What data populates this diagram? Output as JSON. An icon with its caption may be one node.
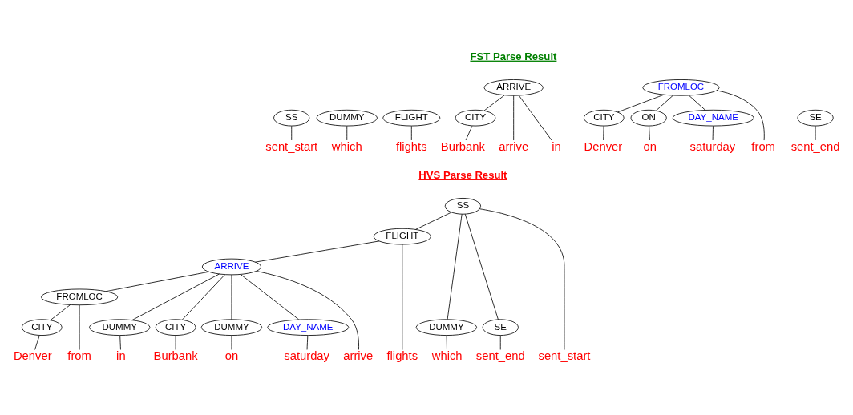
{
  "diagram": {
    "nodes": [
      {
        "text": [
          "SS"
        ]
      },
      {
        "text": [
          "DUMMY"
        ]
      },
      {
        "text": [
          "FLIGHT"
        ]
      },
      {
        "text": [
          "ARRIVE"
        ]
      },
      {
        "text": [
          "CITY"
        ]
      },
      {
        "text": [
          "FROMLOC"
        ]
      },
      {
        "text": [
          "CITY"
        ]
      },
      {
        "text": [
          "ON"
        ]
      },
      {
        "text": [
          "DAY_NAME"
        ]
      },
      {
        "text": [
          "SE"
        ]
      },
      {
        "text": [
          "sent_start"
        ]
      },
      {
        "text": [
          "which"
        ]
      },
      {
        "text": [
          "flights"
        ]
      },
      {
        "text": [
          "arrive"
        ]
      },
      {
        "text": [
          "in"
        ]
      },
      {
        "text": [
          "Burbank"
        ]
      },
      {
        "text": [
          "from"
        ]
      },
      {
        "text": [
          "Denver"
        ]
      },
      {
        "text": [
          "on"
        ]
      },
      {
        "text": [
          "saturday"
        ]
      },
      {
        "text": [
          "sent_end"
        ]
      },
      {
        "text": [
          "SS"
        ]
      },
      {
        "text": [
          "FLIGHT"
        ]
      },
      {
        "text": [
          "ARRIVE"
        ]
      },
      {
        "text": [
          "FROMLOC"
        ]
      },
      {
        "text": [
          "DUMMY"
        ]
      },
      {
        "text": [
          "DUMMY"
        ]
      },
      {
        "text": [
          "CITY"
        ]
      },
      {
        "text": [
          "CITY"
        ]
      },
      {
        "text": [
          "DUMMY"
        ]
      },
      {
        "text": [
          "DAY_NAME"
        ]
      },
      {
        "text": [
          "SE"
        ]
      },
      {
        "text": [
          "sent_start"
        ]
      },
      {
        "text": [
          "which"
        ]
      },
      {
        "text": [
          "flights"
        ]
      },
      {
        "text": [
          "arrive"
        ]
      },
      {
        "text": [
          "in"
        ]
      },
      {
        "text": [
          "Burbank"
        ]
      },
      {
        "text": [
          "from"
        ]
      },
      {
        "text": [
          "Denver"
        ]
      },
      {
        "text": [
          "on"
        ]
      },
      {
        "text": [
          "saturday"
        ]
      },
      {
        "text": [
          "sent_end"
        ]
      }
    ],
    "edges": [
      {
        "from": 0,
        "to": 10,
        "arrow": "none"
      },
      {
        "from": 1,
        "to": 11,
        "arrow": "none"
      },
      {
        "from": 2,
        "to": 12,
        "arrow": "none"
      },
      {
        "from": 3,
        "to": 13,
        "arrow": "none"
      },
      {
        "from": 3,
        "to": 14,
        "arrow": "none"
      },
      {
        "from": 3,
        "to": 4,
        "arrow": "none"
      },
      {
        "from": 4,
        "to": 15,
        "arrow": "none"
      },
      {
        "from": 5,
        "to": 16,
        "arrow": "none"
      },
      {
        "from": 5,
        "to": 6,
        "arrow": "none"
      },
      {
        "from": 5,
        "to": 7,
        "arrow": "none"
      },
      {
        "from": 5,
        "to": 8,
        "arrow": "none"
      },
      {
        "from": 6,
        "to": 17,
        "arrow": "none"
      },
      {
        "from": 7,
        "to": 18,
        "arrow": "none"
      },
      {
        "from": 8,
        "to": 19,
        "arrow": "none"
      },
      {
        "from": 9,
        "to": 20,
        "arrow": "none"
      },
      {
        "from": 21,
        "to": 32,
        "arrow": "none"
      },
      {
        "from": 21,
        "to": 25,
        "arrow": "none"
      },
      {
        "from": 21,
        "to": 22,
        "arrow": "none"
      },
      {
        "from": 21,
        "to": 31,
        "arrow": "none"
      },
      {
        "from": 25,
        "to": 33,
        "arrow": "none"
      },
      {
        "from": 22,
        "to": 34,
        "arrow": "none"
      },
      {
        "from": 22,
        "to": 23,
        "arrow": "none"
      },
      {
        "from": 23,
        "to": 35,
        "arrow": "none"
      },
      {
        "from": 23,
        "to": 26,
        "arrow": "none"
      },
      {
        "from": 26,
        "to": 36,
        "arrow": "none"
      },
      {
        "from": 23,
        "to": 27,
        "arrow": "none"
      },
      {
        "from": 27,
        "to": 37,
        "arrow": "none"
      },
      {
        "from": 23,
        "to": 24,
        "arrow": "none"
      },
      {
        "from": 24,
        "to": 38,
        "arrow": "none"
      },
      {
        "from": 24,
        "to": 28,
        "arrow": "none"
      },
      {
        "from": 28,
        "to": 39,
        "arrow": "none"
      },
      {
        "from": 23,
        "to": 29,
        "arrow": "none"
      },
      {
        "from": 29,
        "to": 40,
        "arrow": "none"
      },
      {
        "from": 23,
        "to": 30,
        "arrow": "none"
      },
      {
        "from": 30,
        "to": 41,
        "arrow": "none"
      },
      {
        "from": 31,
        "to": 42,
        "arrow": "none"
      }
    ],
    "labels": [
      "FST Parse Result",
      "HVS Parse Result"
    ]
  }
}
